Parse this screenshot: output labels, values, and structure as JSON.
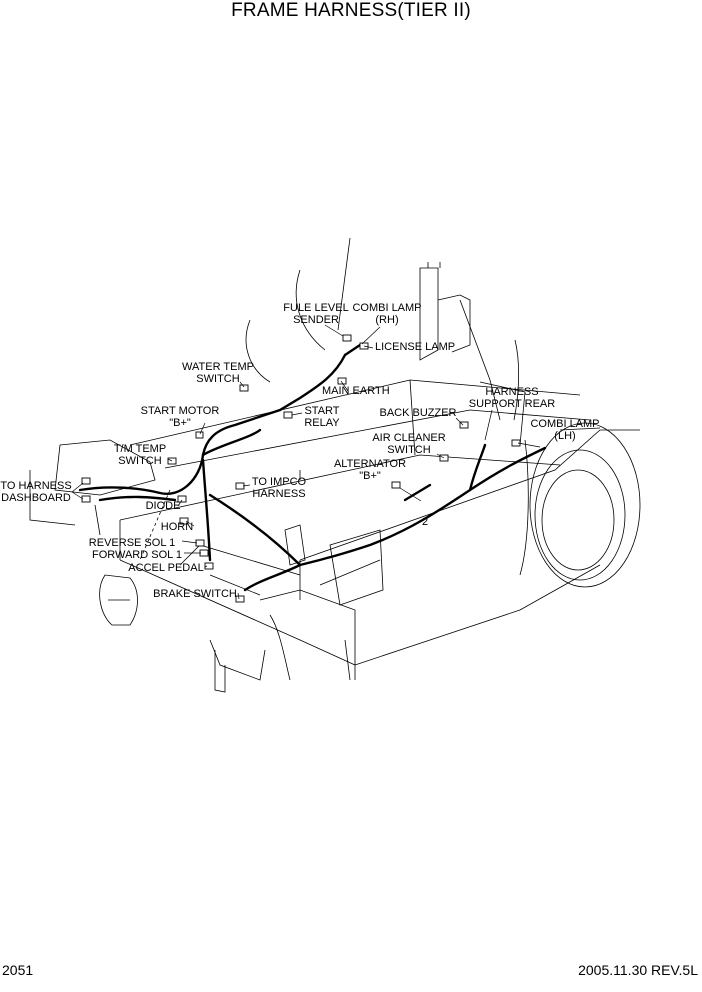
{
  "title": "FRAME HARNESS(TIER II)",
  "footer": {
    "page_number": "2051",
    "revision": "2005.11.30  REV.5L"
  },
  "callouts": {
    "fule_level_sender": [
      "FULE LEVEL",
      "SENDER"
    ],
    "combi_lamp_rh": [
      "COMBI LAMP",
      "(RH)"
    ],
    "license_lamp": [
      "LICENSE LAMP"
    ],
    "water_temp_switch": [
      "WATER TEMP",
      "SWITCH"
    ],
    "main_earth": [
      "MAIN EARTH"
    ],
    "harness_support_rear": [
      "HARNESS",
      "SUPPORT REAR"
    ],
    "start_motor": [
      "START MOTOR",
      "\"B+\""
    ],
    "start_relay": [
      "START",
      "RELAY"
    ],
    "back_buzzer": [
      "BACK BUZZER"
    ],
    "combi_lamp_lh": [
      "COMBI LAMP",
      "(LH)"
    ],
    "air_cleaner_switch": [
      "AIR CLEANER",
      "SWITCH"
    ],
    "tm_temp_switch": [
      "T/M TEMP",
      "SWITCH"
    ],
    "alternator": [
      "ALTERNATOR",
      "\"B+\""
    ],
    "to_impco_harness": [
      "TO IMPCO",
      "HARNESS"
    ],
    "to_harness_dashboard": [
      "TO HARNESS",
      "DASHBOARD"
    ],
    "diode": [
      "DIODE"
    ],
    "horn": [
      "HORN"
    ],
    "reverse_sol": [
      "REVERSE SOL 1"
    ],
    "forward_sol": [
      "FORWARD SOL 1"
    ],
    "accel_pedal": [
      "ACCEL PEDAL"
    ],
    "brake_switch": [
      "BRAKE SWITCH"
    ],
    "item_2": [
      "2"
    ]
  }
}
